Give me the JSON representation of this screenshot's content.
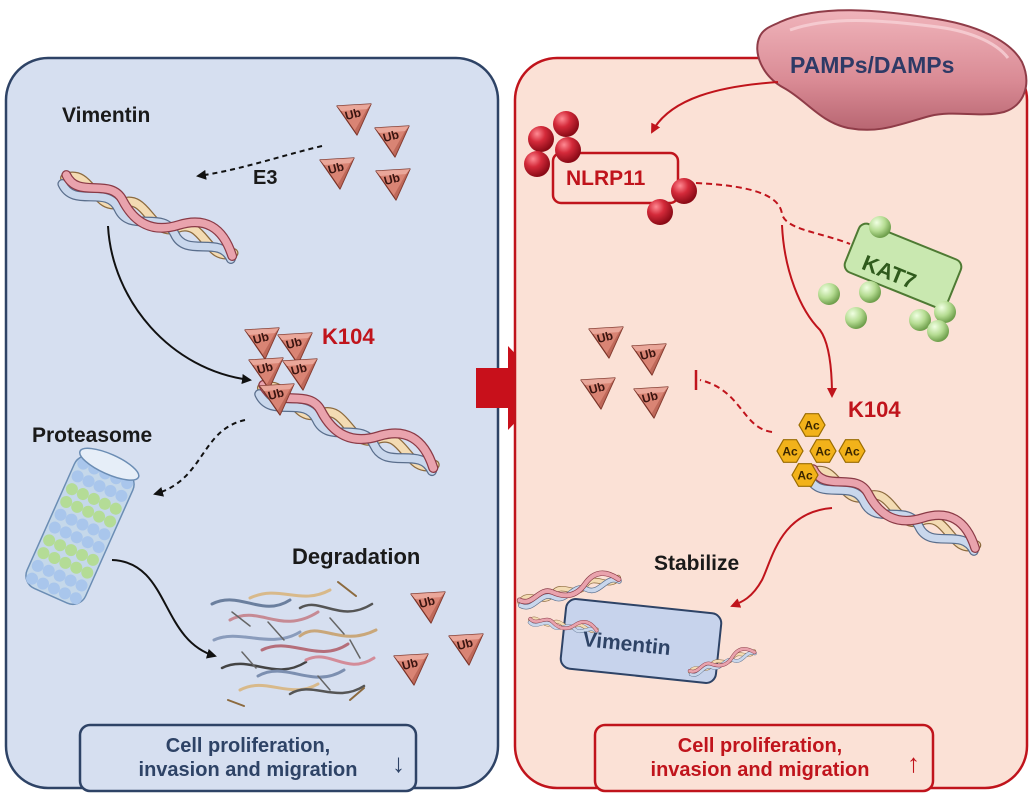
{
  "left_panel": {
    "vimentin_label": "Vimentin",
    "e3_label": "E3",
    "ub_label": "Ub",
    "k104_label": "K104",
    "proteasome_label": "Proteasome",
    "degradation_label": "Degradation",
    "outcome_line1": "Cell proliferation,",
    "outcome_line2": "invasion and migration",
    "outcome_arrow": "↓"
  },
  "right_panel": {
    "pamps_label": "PAMPs/DAMPs",
    "nlrp11_label": "NLRP11",
    "kat7_label": "KAT7",
    "ub_label": "Ub",
    "ac_label": "Ac",
    "k104_label": "K104",
    "stabilize_label": "Stabilize",
    "vimentin_label": "Vimentin",
    "outcome_line1": "Cell proliferation,",
    "outcome_line2": "invasion and migration",
    "outcome_arrow": "↑"
  },
  "colors": {
    "left_fill": "#d6dff0",
    "left_stroke": "#2e4366",
    "right_fill": "#fbe1d6",
    "right_stroke": "#c0141c",
    "accent_red": "#c0141c",
    "ub_fill": "#d98474",
    "ac_fill": "#f2b21a",
    "nlrp11_bead": "#d42a3a",
    "kat7_fill": "#c9e8b0",
    "pamps_fill": "#d98a94"
  }
}
